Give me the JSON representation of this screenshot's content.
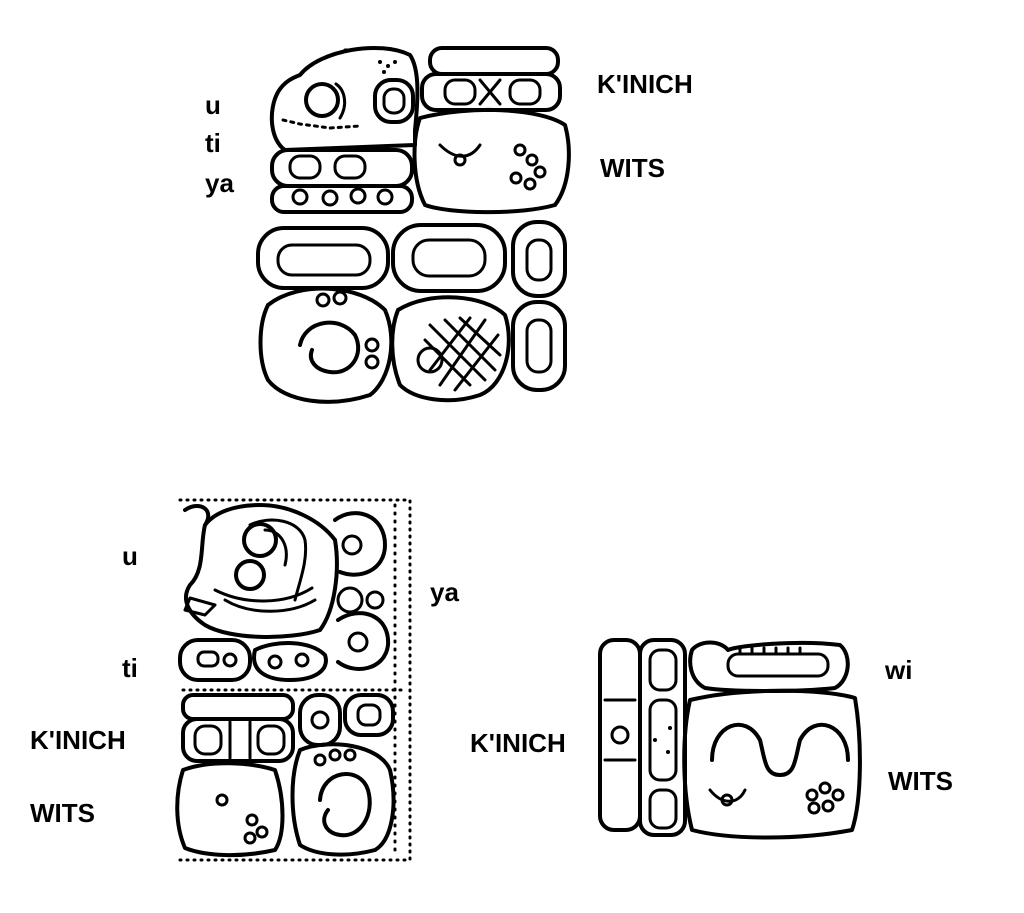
{
  "figure": {
    "glyph_blocks": [
      {
        "id": "block-a",
        "labels": {
          "u": "u",
          "ti": "ti",
          "ya": "ya",
          "kinich": "K'INICH",
          "wits": "WITS"
        }
      },
      {
        "id": "block-b",
        "labels": {
          "u": "u",
          "ya": "ya",
          "ti": "ti",
          "kinich": "K'INICH",
          "wits": "WITS"
        }
      },
      {
        "id": "block-c",
        "labels": {
          "wi": "wi",
          "kinich": "K'INICH",
          "wits": "WITS"
        }
      }
    ]
  }
}
